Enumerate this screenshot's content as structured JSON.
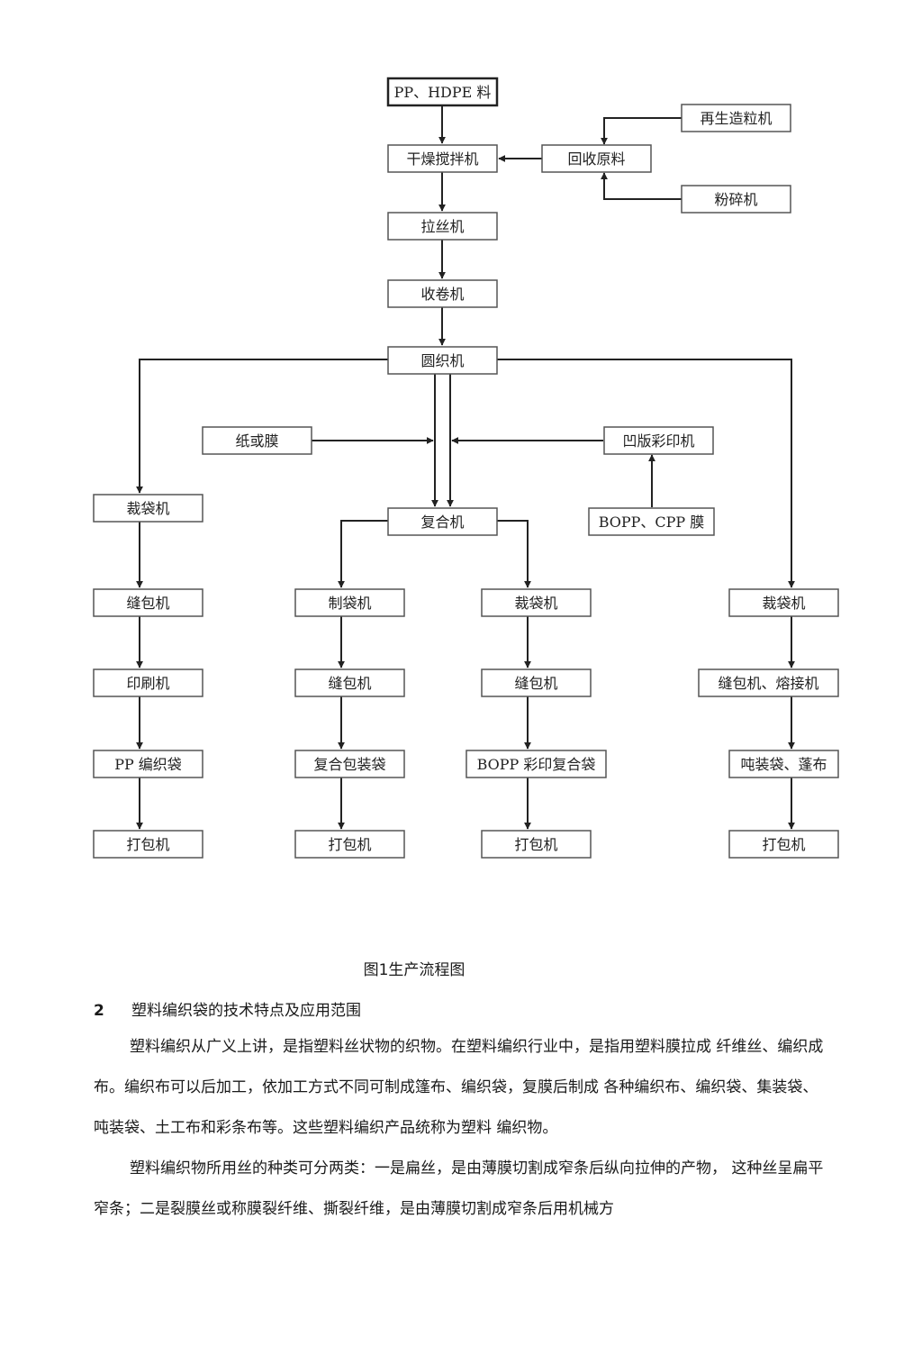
{
  "flowchart": {
    "nodes": {
      "pp_hdpe": "PP、HDPE 料",
      "recycle_pellet": "再生造粒机",
      "dryer_mixer": "干燥搅拌机",
      "recycled_material": "回收原料",
      "crusher": "粉碎机",
      "drawing_machine": "拉丝机",
      "winder": "收卷机",
      "circular_loom": "圆织机",
      "paper_or_film": "纸或膜",
      "gravure_printer": "凹版彩印机",
      "cutter_left": "裁袋机",
      "laminator": "复合机",
      "bopp_cpp_film": "BOPP、CPP 膜",
      "sewing_1": "缝包机",
      "bag_maker": "制袋机",
      "cutter_mid": "裁袋机",
      "cutter_right": "裁袋机",
      "printer": "印刷机",
      "sewing_2": "缝包机",
      "sewing_3": "缝包机",
      "sewing_welding": "缝包机、熔接机",
      "pp_woven_bag": "PP 编织袋",
      "composite_bag": "复合包装袋",
      "bopp_color_bag": "BOPP 彩印复合袋",
      "ton_bag_tarp": "吨装袋、蓬布",
      "baler_1": "打包机",
      "baler_2": "打包机",
      "baler_3": "打包机",
      "baler_4": "打包机"
    }
  },
  "caption": "图1生产流程图",
  "section": {
    "number": "2",
    "title": "塑料编织袋的技术特点及应用范围"
  },
  "paragraphs": [
    "塑料编织从广义上讲，是指塑料丝状物的织物。在塑料编织行业中，是指用塑料膜拉成 纤维丝、编织成布。编织布可以后加工，依加工方式不同可制成篷布、编织袋，复膜后制成 各种编织布、编织袋、集装袋、吨装袋、土工布和彩条布等。这些塑料编织产品统称为塑料 编织物。",
    "塑料编织物所用丝的种类可分两类：一是扁丝，是由薄膜切割成窄条后纵向拉伸的产物， 这种丝呈扁平窄条；二是裂膜丝或称膜裂纤维、撕裂纤维，是由薄膜切割成窄条后用机械方"
  ]
}
